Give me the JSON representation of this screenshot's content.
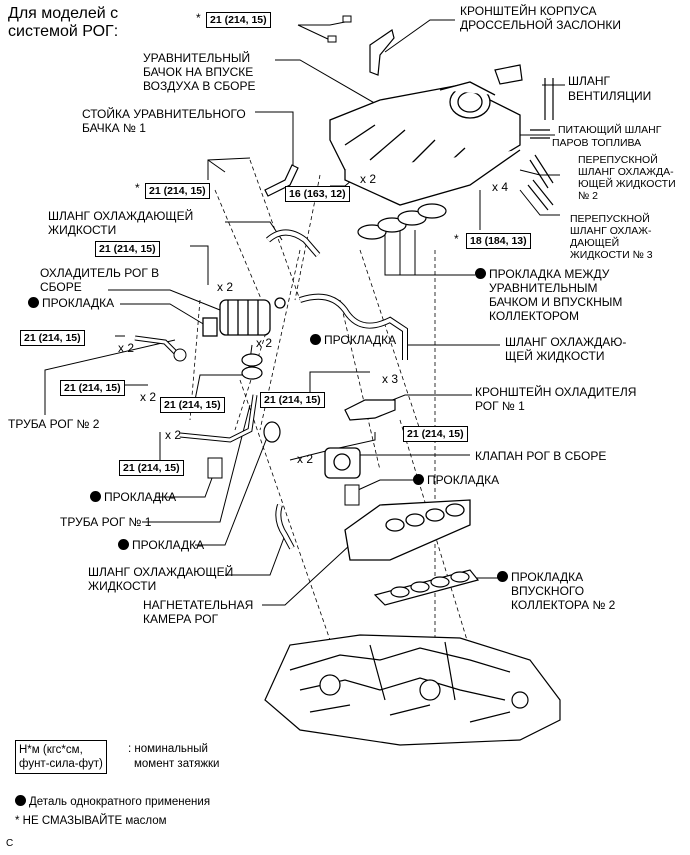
{
  "header": {
    "line1": "Для моделей с",
    "line2": "системой РОГ:"
  },
  "labels": {
    "throttle_bracket_1": "КРОНШТЕЙН КОРПУСА",
    "throttle_bracket_2": "ДРОССЕЛЬНОЙ ЗАСЛОНКИ",
    "surge_tank_1": "УРАВНИТЕЛЬНЫЙ",
    "surge_tank_2": "БАЧОК НА ВПУСКЕ",
    "surge_tank_3": "ВОЗДУХА В СБОРЕ",
    "vent_hose_1": "ШЛАНГ",
    "vent_hose_2": "ВЕНТИЛЯЦИИ",
    "stay_1": "СТОЙКА УРАВНИТЕЛЬНОГО",
    "stay_2": "БАЧКА № 1",
    "fuel_vapor_1": "ПИТАЮЩИЙ ШЛАНГ",
    "fuel_vapor_2": "ПАРОВ ТОПЛИВА",
    "bypass2_1": "ПЕРЕПУСКНОЙ",
    "bypass2_2": "ШЛАНГ ОХЛАЖДА-",
    "bypass2_3": "ЮЩЕЙ ЖИДКОСТИ",
    "bypass2_4": "№ 2",
    "bypass3_1": "ПЕРЕПУСКНОЙ",
    "bypass3_2": "ШЛАНГ ОХЛАЖ-",
    "bypass3_3": "ДАЮЩЕЙ",
    "bypass3_4": "ЖИДКОСТИ № 3",
    "coolant_hose_top_1": "ШЛАНГ ОХЛАЖДАЮЩЕЙ",
    "coolant_hose_top_2": "ЖИДКОСТИ",
    "egr_cooler_1": "ОХЛАДИТЕЛЬ РОГ В",
    "egr_cooler_2": "СБОРЕ",
    "gasket": "ПРОКЛАДКА",
    "surge_gasket_1": "ПРОКЛАДКА МЕЖДУ",
    "surge_gasket_2": "УРАВНИТЕЛЬНЫМ",
    "surge_gasket_3": "БАЧКОМ И ВПУСКНЫМ",
    "surge_gasket_4": "КОЛЛЕКТОРОМ",
    "coolant_hose_right_1": "ШЛАНГ ОХЛАЖДАЮ-",
    "coolant_hose_right_2": "ЩЕЙ ЖИДКОСТИ",
    "egr_pipe2": "ТРУБА РОГ № 2",
    "egr_cooler_bracket_1": "КРОНШТЕЙН ОХЛАДИТЕЛЯ",
    "egr_cooler_bracket_2": "РОГ № 1",
    "egr_valve": "КЛАПАН РОГ В СБОРЕ",
    "egr_pipe1": "ТРУБА РОГ № 1",
    "coolant_hose_bottom_1": "ШЛАНГ ОХЛАЖДАЮЩЕЙ",
    "coolant_hose_bottom_2": "ЖИДКОСТИ",
    "plenum_1": "НАГНЕТАТЕЛЬНАЯ",
    "plenum_2": "КАМЕРА РОГ",
    "intake_gasket2_1": "ПРОКЛАДКА",
    "intake_gasket2_2": "ВПУСКНОГО",
    "intake_gasket2_3": "КОЛЛЕКТОРА № 2"
  },
  "torques": {
    "t_top": "21 (214, 15)",
    "t_stay": "21 (214, 15)",
    "t_16": "16 (163, 12)",
    "t_18": "18 (184, 13)",
    "t_cooler": "21 (214, 15)",
    "t_left": "21 (214, 15)",
    "t_pipe2": "21 (214, 15)",
    "t_mid": "21 (214, 15)",
    "t_bracket": "21 (214, 15)",
    "t_pipe1": "21 (214, 15)",
    "t_valve": "21 (214, 15)"
  },
  "counts": {
    "x2": "x 2",
    "x3": "x 3",
    "x4": "x 4"
  },
  "star": "*",
  "legend": {
    "box_1": "Н*м (кгс*см,",
    "box_2": "фунт-сила-фут)",
    "box_desc_1": ": номинальный",
    "box_desc_2": "момент затяжки",
    "single_use": "Деталь однократного применения",
    "no_oil": "* НЕ СМАЗЫВАЙТЕ маслом"
  },
  "footer_code": "C"
}
